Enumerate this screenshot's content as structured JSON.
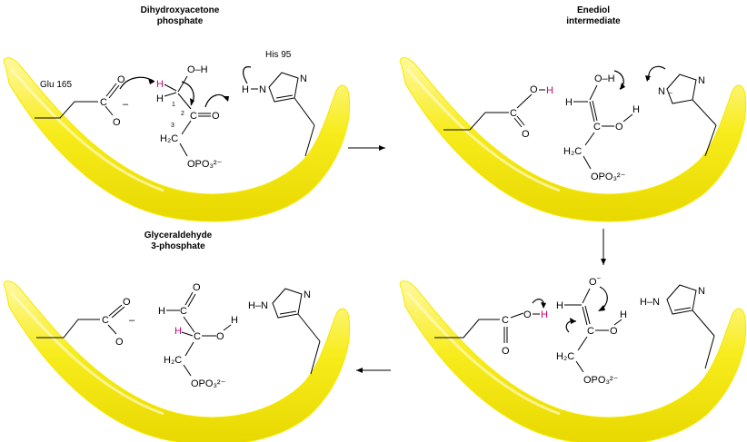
{
  "titles": {
    "dhap": [
      "Dihydroxyacetone",
      "phosphate"
    ],
    "enediol": [
      "Enediol",
      "intermediate"
    ],
    "g3p": [
      "Glyceraldehyde",
      "3-phosphate"
    ]
  },
  "residues": {
    "glu": "Glu 165",
    "his": "His 95"
  },
  "atoms": {
    "C": "C",
    "O": "O",
    "H": "H",
    "N": "N",
    "minus": "–",
    "OH": "O–H",
    "HN": "H–N",
    "H2C": "H₂C",
    "OPO3": "OPO₃²⁻",
    "n1": "1",
    "n2": "2",
    "n3": "3"
  },
  "colors": {
    "enzyme": "#f2e400",
    "enzyme_edge": "#ffffb0",
    "highlight": "#d0006f"
  }
}
